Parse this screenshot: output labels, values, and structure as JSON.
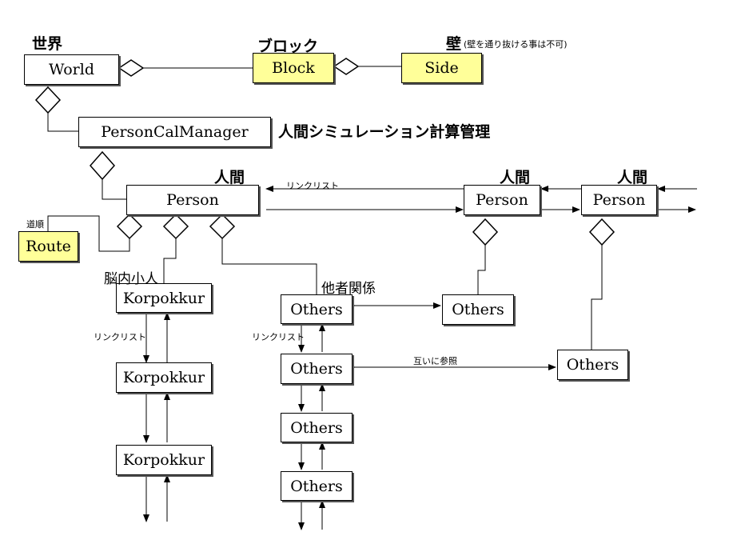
{
  "boxes": {
    "world": "World",
    "block": "Block",
    "side": "Side",
    "manager": "PersonCalManager",
    "person_main": "Person",
    "person_2": "Person",
    "person_3": "Person",
    "route": "Route",
    "korpokkur_1": "Korpokkur",
    "korpokkur_2": "Korpokkur",
    "korpokkur_3": "Korpokkur",
    "others_1": "Others",
    "others_2": "Others",
    "others_3": "Others",
    "others_4": "Others",
    "others_right_1": "Others",
    "others_right_2": "Others"
  },
  "labels": {
    "world": "世界",
    "block": "ブロック",
    "side_main": "壁",
    "side_note": "(壁を通り抜ける事は不可)",
    "manager": "人間シミュレーション計算管理",
    "person_main": "人間",
    "person_2": "人間",
    "person_3": "人間",
    "route": "道順",
    "korpokkur": "脳内小人",
    "others": "他者関係",
    "link_list_top": "リンクリスト",
    "link_list_korpokkur": "リンクリスト",
    "link_list_others": "リンクリスト",
    "mutual_ref": "互いに参照"
  },
  "colors": {
    "highlight_box": "#ffff99",
    "line": "#000000"
  }
}
